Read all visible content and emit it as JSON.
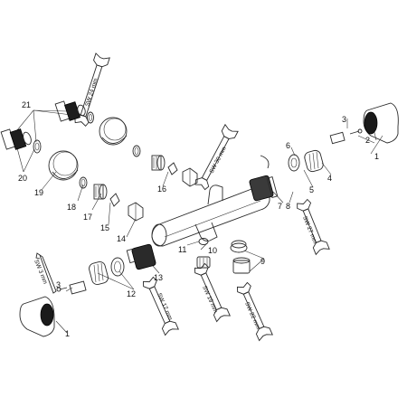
{
  "diagram": {
    "labels": {
      "l1a": "1",
      "l1b": "1",
      "l2": "2",
      "l3a": "3",
      "l3b": "3",
      "l4": "4",
      "l5": "5",
      "l6": "6",
      "l7": "7",
      "l8": "8",
      "l9": "9",
      "l10": "10",
      "l11": "11",
      "l12": "12",
      "l13": "13",
      "l14": "14",
      "l15": "15",
      "l16": "16",
      "l17": "17",
      "l18": "18",
      "l19": "19",
      "l20": "20",
      "l21": "21"
    },
    "wrenches": {
      "sw24": "SW 24 mm",
      "sw30": "SW 30 mm",
      "sw27": "SW 27 mm",
      "sw19": "SW 19 mm",
      "sw17": "SW 17 mm",
      "sw22": "SW 22 mm",
      "sw3": "SW 3 mm"
    }
  }
}
